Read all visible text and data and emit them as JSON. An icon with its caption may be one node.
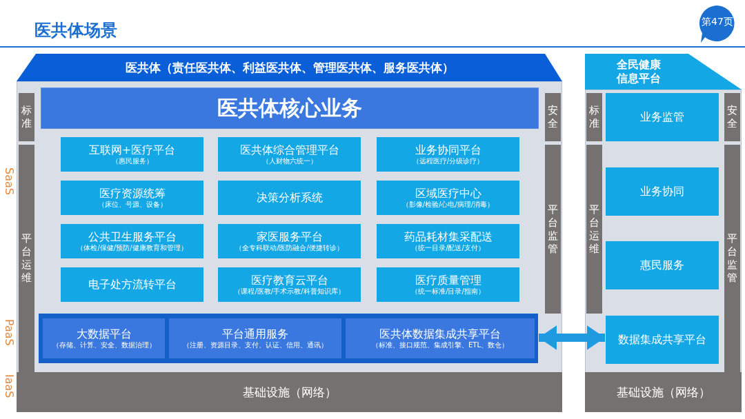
{
  "diagram": {
    "title": "医共体场景",
    "nodes": [
      {
        "text": [
          "医共体（责任医共体、利益医共体、管理医共体、服务医共体）"
        ]
      },
      {
        "text": [
          "医共体核心业务"
        ],
        "in": 0
      },
      {
        "text": [
          "标准"
        ],
        "in": 0
      },
      {
        "text": [
          "安全"
        ],
        "in": 0
      },
      {
        "text": [
          "平台运维"
        ],
        "in": 0
      },
      {
        "text": [
          "平台监管"
        ],
        "in": 0
      },
      {
        "text": [
          "互联网+医疗平台",
          "（惠民服务）"
        ],
        "in": 0
      },
      {
        "text": [
          "医共体综合管理平台",
          "（人财物六统一）"
        ],
        "in": 0
      },
      {
        "text": [
          "业务协同平台",
          "（远程医疗/分级诊疗）"
        ],
        "in": 0
      },
      {
        "text": [
          "医疗资源统筹",
          "（床位、号源、设备）"
        ],
        "in": 0
      },
      {
        "text": [
          "决策分析系统"
        ],
        "in": 0
      },
      {
        "text": [
          "区域医疗中心",
          "（影像/检验/心电/病理/消毒）"
        ],
        "in": 0
      },
      {
        "text": [
          "公共卫生服务平台",
          "（体检/保健/预防/健康教育和管理）"
        ],
        "in": 0
      },
      {
        "text": [
          "家医服务平台",
          "（全专科联动/医防融合/便捷转诊）"
        ],
        "in": 0
      },
      {
        "text": [
          "药品耗材集采配送",
          "（统一目录/配送/支付）"
        ],
        "in": 0
      },
      {
        "text": [
          "电子处方流转平台"
        ],
        "in": 0
      },
      {
        "text": [
          "医疗教育云平台",
          "（课程/医教/手术示教/科普知识库）"
        ],
        "in": 0
      },
      {
        "text": [
          "医疗质量管理",
          "（统一标准/目录/指南）"
        ],
        "in": 0
      },
      {
        "text": [],
        "shape": "box",
        "in": 0
      },
      {
        "text": [
          "大数据平台",
          "（存储、计算、安全、数据治理）"
        ],
        "in": 18
      },
      {
        "text": [
          "平台通用服务",
          "（注册、资源目录、支付、认证、信用、通讯）"
        ],
        "in": 18
      },
      {
        "text": [
          "医共体数据集成共享平台",
          "（标准、接口规范、集成引擎、ETL、数仓）"
        ],
        "in": 18
      },
      {
        "text": [
          "基础设施（网络）"
        ],
        "in": 0
      },
      {
        "text": [
          "全民健康信息平台"
        ]
      },
      {
        "text": [
          "标准"
        ],
        "in": 23
      },
      {
        "text": [
          "业务监管"
        ],
        "in": 23
      },
      {
        "text": [
          "安全"
        ],
        "in": 23
      },
      {
        "text": [
          "平台运维"
        ],
        "in": 23
      },
      {
        "text": [
          "业务协同"
        ],
        "in": 23
      },
      {
        "text": [
          "惠民服务"
        ],
        "in": 23
      },
      {
        "text": [
          "平台监管"
        ],
        "in": 23
      },
      {
        "text": [
          "数据集成共享平台"
        ],
        "in": 23
      },
      {
        "text": [
          "基础设施（网络）"
        ],
        "in": 23
      }
    ],
    "edges": [
      {
        "from": 18,
        "to": 31,
        "arrow": "both"
      }
    ],
    "labels": [
      "第47页",
      "SaaS",
      "PaaS",
      "IaaS"
    ]
  }
}
